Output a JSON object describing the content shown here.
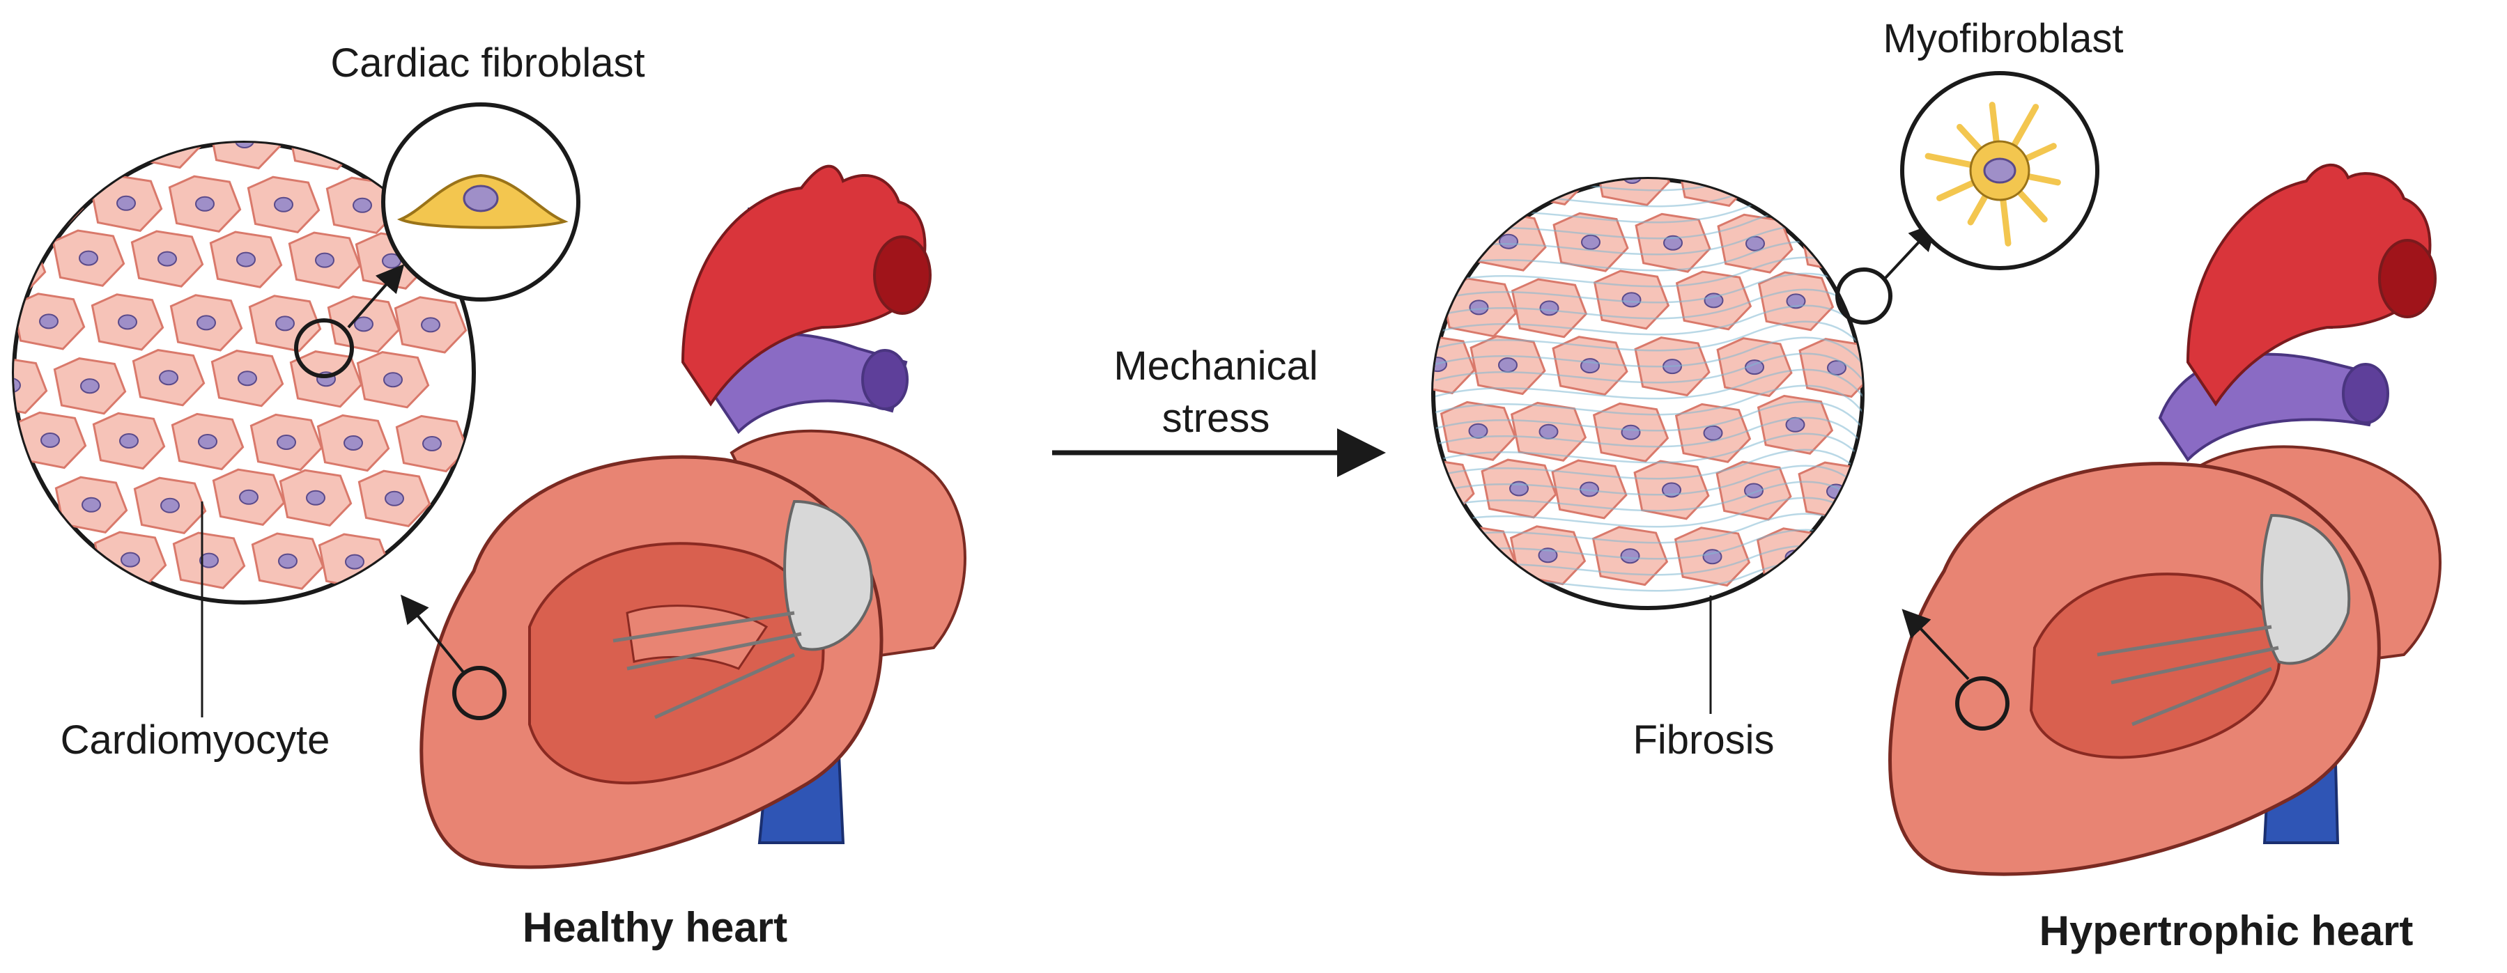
{
  "labels": {
    "cardiac_fibroblast": "Cardiac fibroblast",
    "cardiomyocyte": "Cardiomyocyte",
    "mechanical_stress_line1": "Mechanical",
    "mechanical_stress_line2": "stress",
    "myofibroblast": "Myofibroblast",
    "fibrosis": "Fibrosis",
    "healthy_heart": "Healthy heart",
    "hypertrophic_heart": "Hypertrophic heart"
  },
  "colors": {
    "cardiomyocyte_fill": "#f6c3b8",
    "cardiomyocyte_border": "#d9796b",
    "nucleus": "#9f8fc8",
    "fibroblast": "#f3c64f",
    "fibrosis_strands": "#7fb8d2",
    "aorta_red": "#d9353b",
    "vena_cava_blue": "#2f55b5",
    "pulmonary_purple": "#8a6bc4",
    "myocardium": "#e88473",
    "chamber": "#d9604f",
    "valve_gray": "#d8d8d8"
  },
  "icons": [
    "magnifier-circle",
    "arrow-right",
    "fibroblast-cell",
    "myofibroblast-cell"
  ]
}
